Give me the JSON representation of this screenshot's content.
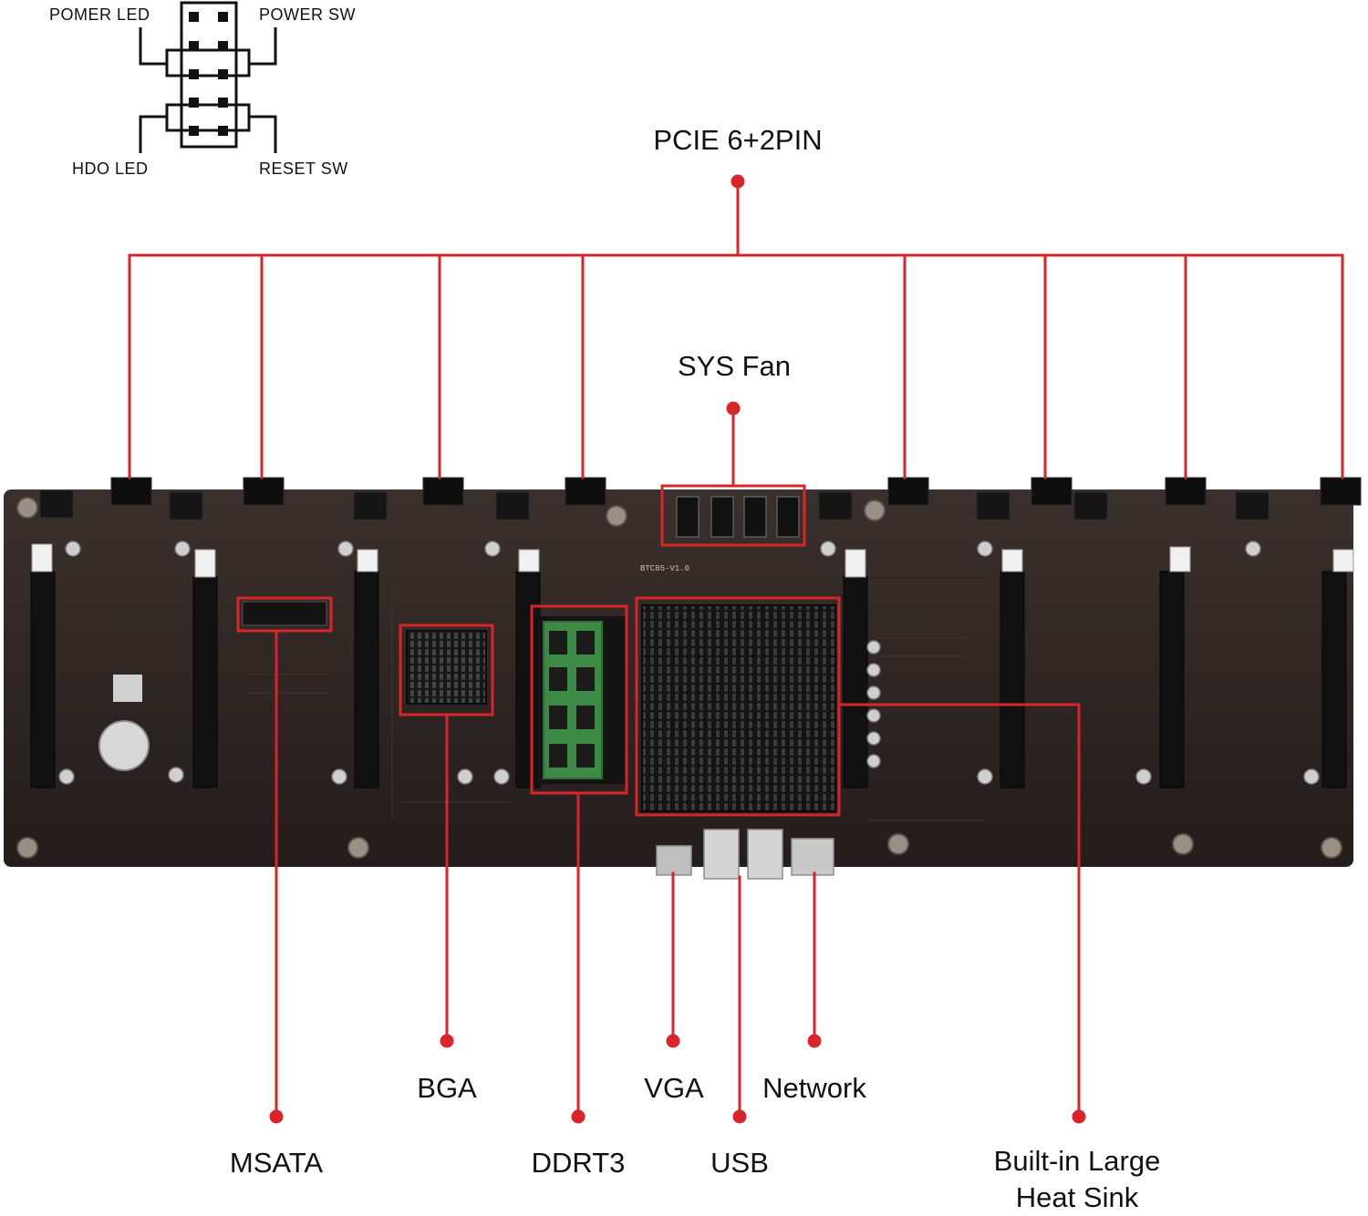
{
  "colors": {
    "callout": "#d9252a",
    "pcb": "#2e2624",
    "heatsink": "#1c1c1c",
    "ram": "#3c8a45"
  },
  "front_panel_header": {
    "top_left": "POMER LED",
    "top_right": "POWER SW",
    "bottom_left": "HDO LED",
    "bottom_right": "RESET SW"
  },
  "callouts": {
    "pcie": "PCIE 6+2PIN",
    "sys_fan": "SYS Fan",
    "msata": "MSATA",
    "bga": "BGA",
    "ddr3": "DDRT3",
    "vga": "VGA",
    "usb": "USB",
    "network": "Network",
    "heat_sink_line1": "Built-in Large",
    "heat_sink_line2": "Heat Sink"
  },
  "board": {
    "silkscreen_model": "BTC85-V1.0"
  }
}
